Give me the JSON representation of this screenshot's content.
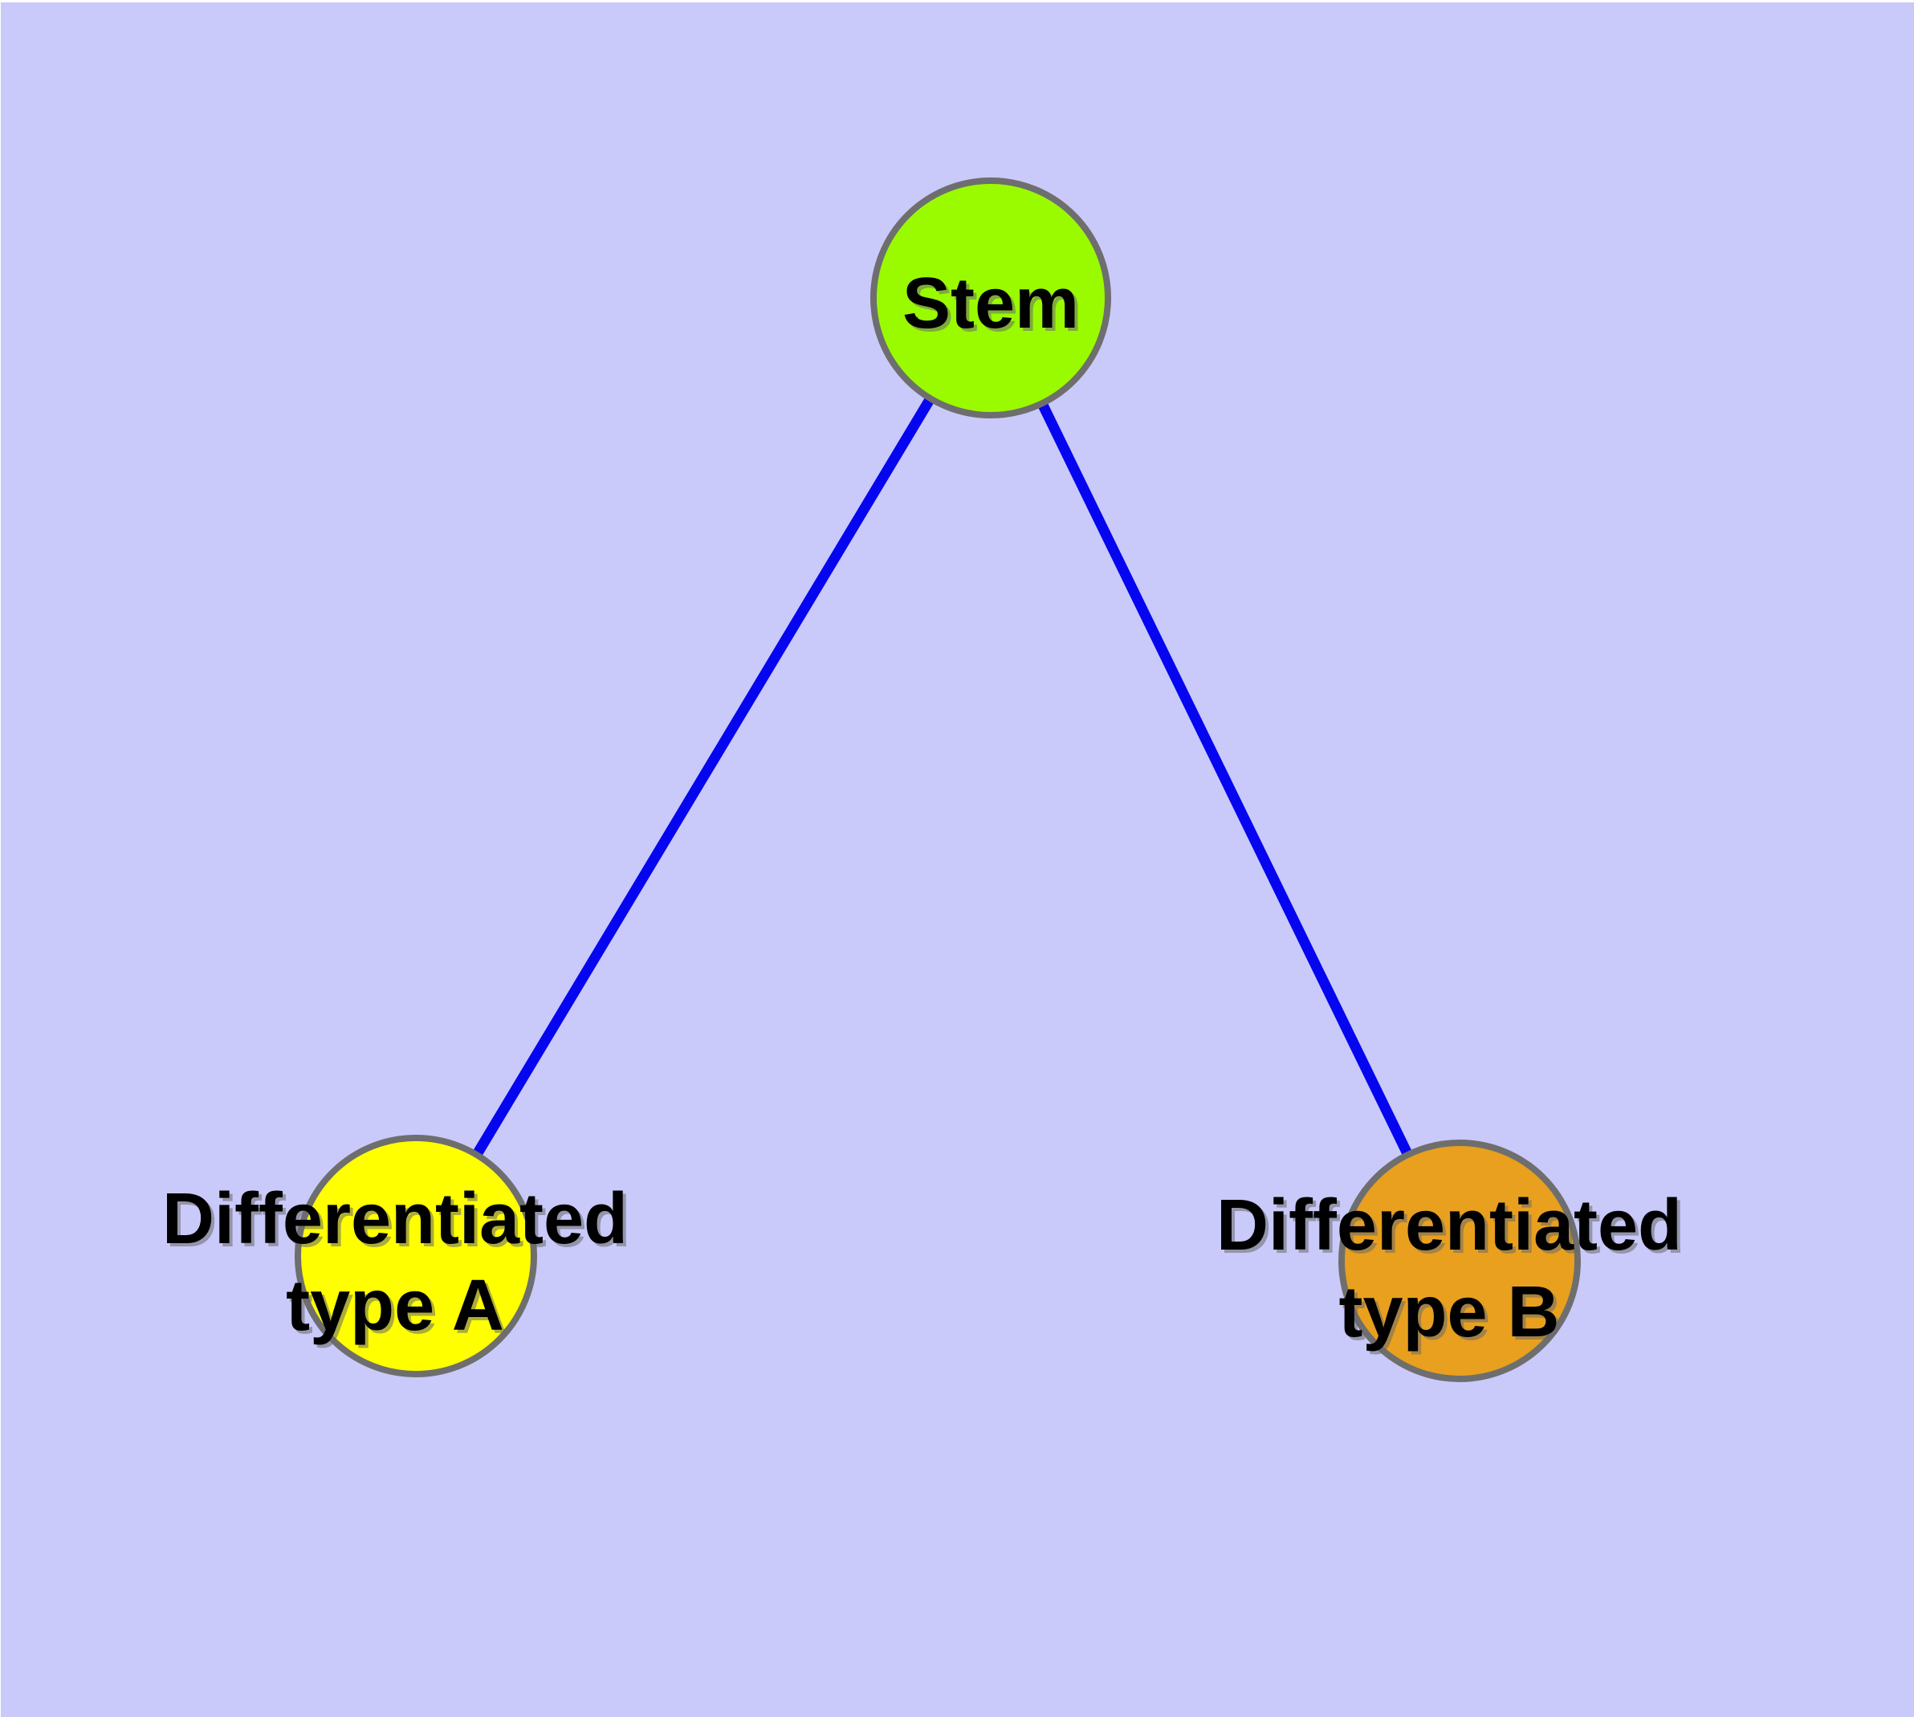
{
  "diagram": {
    "background_color": "#C9C9FA",
    "frame_color": "#FFFFFF",
    "edge_color": "#0505F0",
    "node_border_color": "#6E6E6E",
    "label_color": "#000000",
    "label_shadow_color": "#6a6a6a",
    "nodes": {
      "stem": {
        "label": "Stem",
        "fill": "#9AFB00"
      },
      "type_a": {
        "label_line1": "Differentiated",
        "label_line2": "type A",
        "fill": "#FFFF00"
      },
      "type_b": {
        "label_line1": "Differentiated",
        "label_line2": "type B",
        "fill": "#E8A01E"
      }
    },
    "edges": [
      {
        "from": "stem",
        "to": "type_a"
      },
      {
        "from": "stem",
        "to": "type_b"
      }
    ]
  }
}
